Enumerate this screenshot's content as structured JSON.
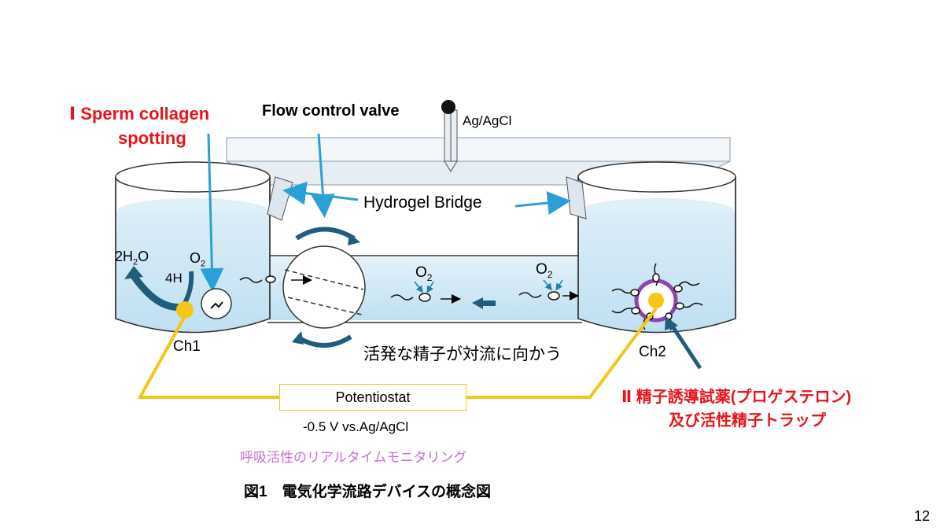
{
  "labels": {
    "sperm_collagen_line1": "Ⅰ Sperm collagen",
    "sperm_collagen_line2": "spotting",
    "flow_control_valve": "Flow control valve",
    "ag_agcl": "Ag/AgCl",
    "hydrogel_bridge": "Hydrogel Bridge",
    "water": "2H",
    "water_sub": "2",
    "water_tail": "O",
    "oxygen_left": "O",
    "oxygen_left_sub": "2",
    "four_h": "4H",
    "oxygen_mid1": "O",
    "oxygen_mid1_sub": "2",
    "oxygen_mid2": "O",
    "oxygen_mid2_sub": "2",
    "ch1": "Ch1",
    "ch2": "Ch2",
    "active_sperm_text": "活発な精子が対流に向かう",
    "potentiostat": "Potentiostat",
    "voltage": "-0.5 V vs.Ag/AgCl",
    "realtime_monitor": "呼吸活性のリアルタイムモニタリング",
    "reagent_line1": "Ⅱ 精子誘導試薬(プロゲステロン)",
    "reagent_line2": "及び活性精子トラップ",
    "figure_caption": "図1　電気化学流路デバイスの概念図",
    "page_number": "12"
  },
  "colors": {
    "accent_red": "#e8141b",
    "arrow_blue": "#2aa0d6",
    "dark_teal": "#1f5d7a",
    "wire_yellow": "#f5c518",
    "water": "#cfe8f5",
    "pink_text": "#c76fd1",
    "purple_ring": "#8e44ad"
  }
}
